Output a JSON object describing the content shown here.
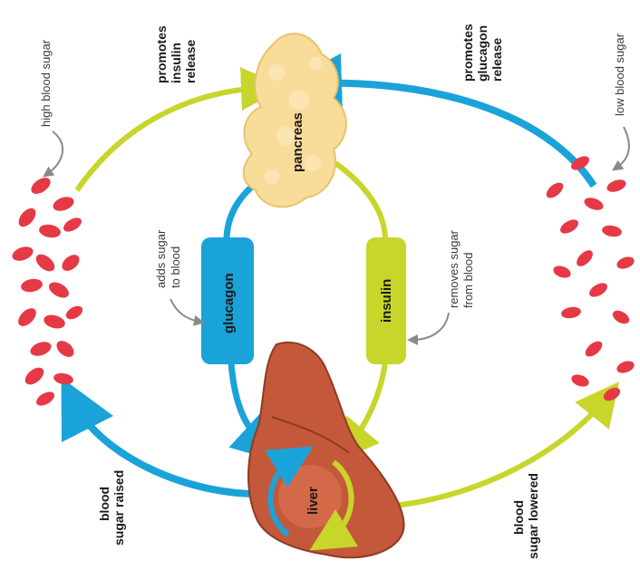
{
  "labels": {
    "high_blood_sugar": "high blood sugar",
    "low_blood_sugar": "low blood sugar",
    "promotes_insulin": [
      "promotes",
      "insulin",
      "release"
    ],
    "promotes_glucagon": [
      "promotes",
      "glucagon",
      "release"
    ],
    "pancreas": "pancreas",
    "liver": "liver",
    "glucagon": "glucagon",
    "insulin": "insulin",
    "adds_sugar": [
      "adds sugar",
      "to blood"
    ],
    "removes_sugar": [
      "removes sugar",
      "from blood"
    ],
    "blood_sugar_raised": [
      "blood",
      "sugar raised"
    ],
    "blood_sugar_lowered": [
      "blood",
      "sugar lowered"
    ]
  },
  "colors": {
    "blue": "#1aa3d9",
    "yellow_green": "#c8d52a",
    "pancreas": "#f8dc9a",
    "liver": "#c4583a",
    "blood_cell": "#e63946",
    "callout": "#8a8a8a"
  }
}
